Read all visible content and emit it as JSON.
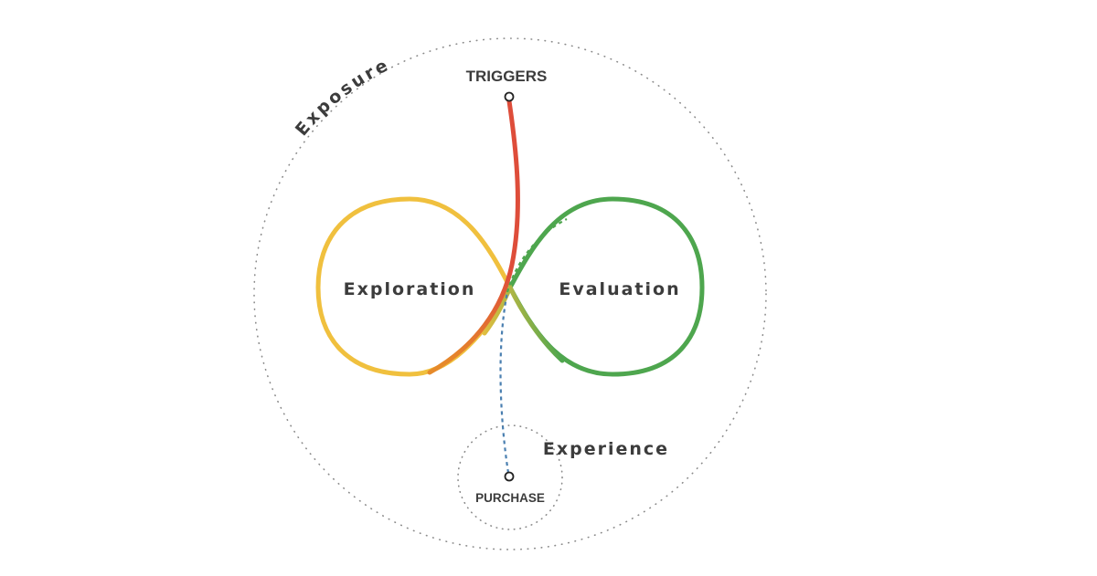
{
  "labels": {
    "exposure": "Exposure",
    "triggers": "TRIGGERS",
    "exploration": "Exploration",
    "evaluation": "Evaluation",
    "experience": "Experience",
    "purchase": "PURCHASE"
  },
  "colors": {
    "exploration_loop": "#f0c03e",
    "evaluation_loop": "#4ea64e",
    "trigger_path": "#de4d3a",
    "purchase_path": "#4a7fb0",
    "dotted_circles": "#8a8a8a",
    "text": "#3c3c3c"
  }
}
